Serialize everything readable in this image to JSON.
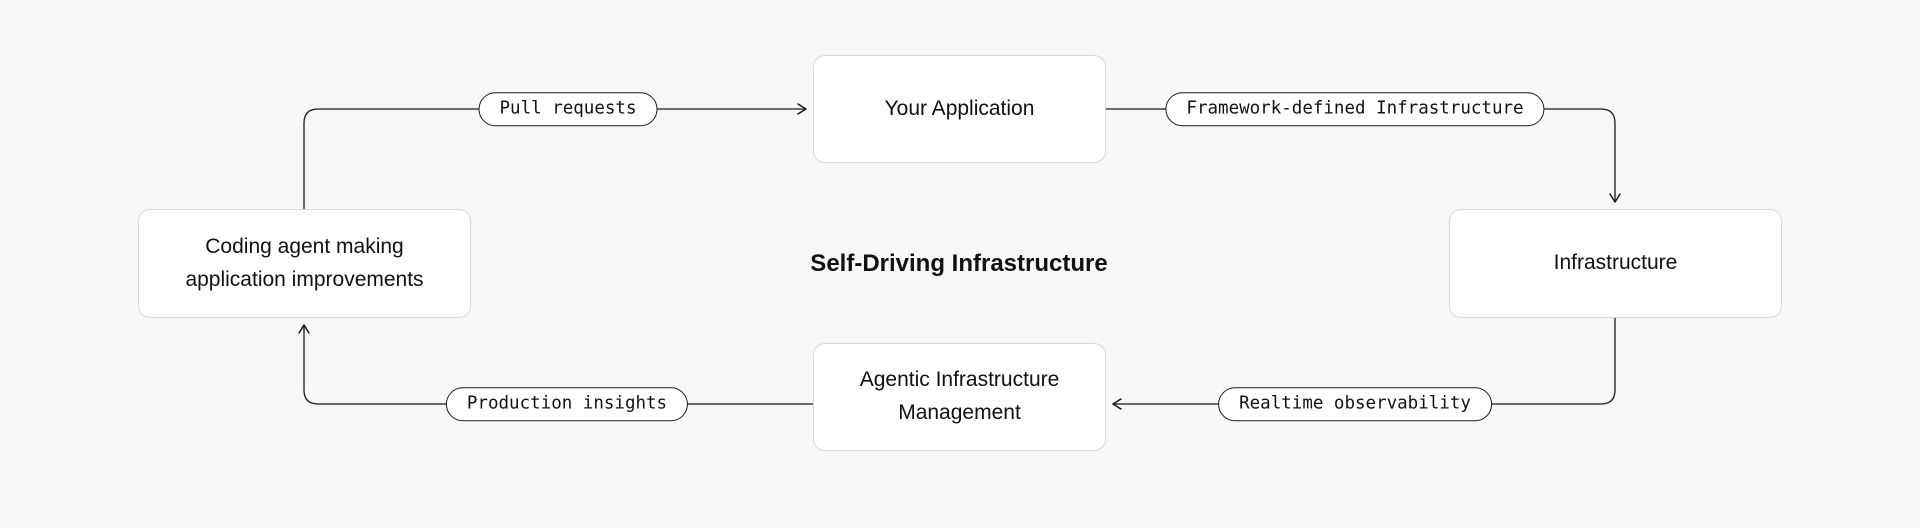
{
  "title": "Self-Driving Infrastructure",
  "colors": {
    "background": "#f7f7f5",
    "node_bg": "#ffffff",
    "node_border": "#d9d9d9",
    "pill_border": "#1a1a1a",
    "edge_stroke": "#1a1a1a",
    "text": "#111111"
  },
  "nodes": [
    {
      "id": "your-application",
      "label": "Your Application"
    },
    {
      "id": "infrastructure",
      "label": "Infrastructure"
    },
    {
      "id": "agentic-infrastructure-management",
      "label": "Agentic Infrastructure Management"
    },
    {
      "id": "coding-agent",
      "label": "Coding agent making application improvements"
    }
  ],
  "edges": [
    {
      "id": "pull-requests",
      "label": "Pull requests",
      "from": "coding-agent",
      "to": "your-application"
    },
    {
      "id": "framework-defined-infrastructure",
      "label": "Framework-defined Infrastructure",
      "from": "your-application",
      "to": "infrastructure"
    },
    {
      "id": "realtime-observability",
      "label": "Realtime observability",
      "from": "infrastructure",
      "to": "agentic-infrastructure-management"
    },
    {
      "id": "production-insights",
      "label": "Production insights",
      "from": "agentic-infrastructure-management",
      "to": "coding-agent"
    }
  ]
}
